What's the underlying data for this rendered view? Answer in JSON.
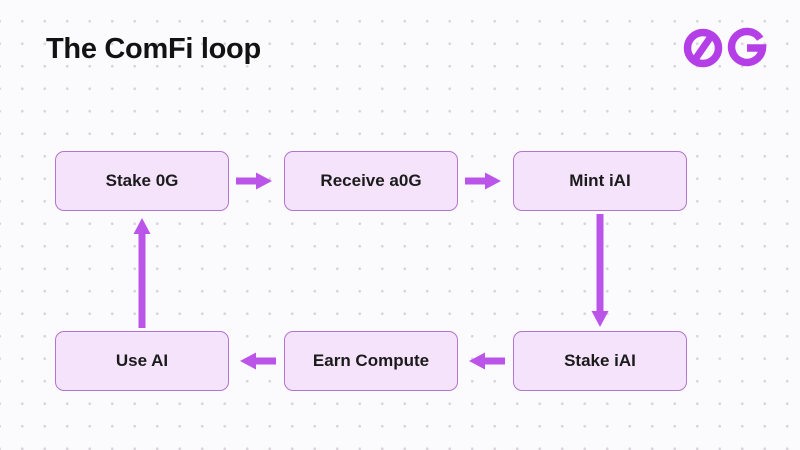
{
  "title": "The ComFi loop",
  "logo": {
    "icon": "0g-logo",
    "color": "#b53fe6"
  },
  "nodes": {
    "stake_0g": "Stake 0G",
    "receive_a0g": "Receive a0G",
    "mint_iai": "Mint iAI",
    "stake_iai": "Stake iAI",
    "earn_compute": "Earn Compute",
    "use_ai": "Use AI"
  },
  "flow": [
    {
      "from": "Stake 0G",
      "to": "Receive a0G"
    },
    {
      "from": "Receive a0G",
      "to": "Mint iAI"
    },
    {
      "from": "Mint iAI",
      "to": "Stake iAI"
    },
    {
      "from": "Stake iAI",
      "to": "Earn Compute"
    },
    {
      "from": "Earn Compute",
      "to": "Use AI"
    },
    {
      "from": "Use AI",
      "to": "Stake 0G"
    }
  ],
  "colors": {
    "node_fill": "#f4e3fb",
    "node_border": "#b276cf",
    "arrow": "#bb55ea",
    "title": "#121212"
  }
}
